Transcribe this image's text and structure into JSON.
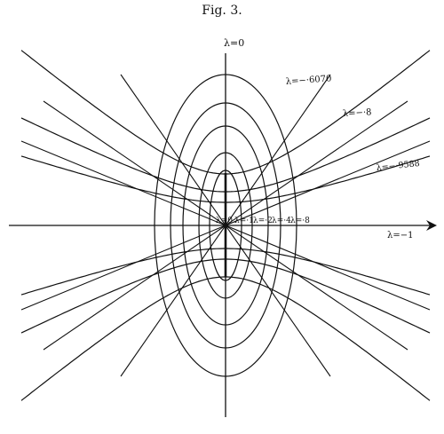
{
  "figure_title": "Fig. 3.",
  "labels": {
    "lambda_zero_top": "λ=0",
    "lambda_m6070": "λ=−·6070",
    "lambda_m8": "λ=−·8",
    "lambda_m9588": "λ=−·9588",
    "lambda_m1": "λ=−1",
    "lambda_0": "λ=0",
    "lambda_p1": "λ=·1",
    "lambda_p2": "λ=·2",
    "lambda_p4": "λ=·4",
    "lambda_p8": "λ=·8"
  },
  "colors": {
    "ink": "#111111",
    "paper": "#ffffff"
  }
}
